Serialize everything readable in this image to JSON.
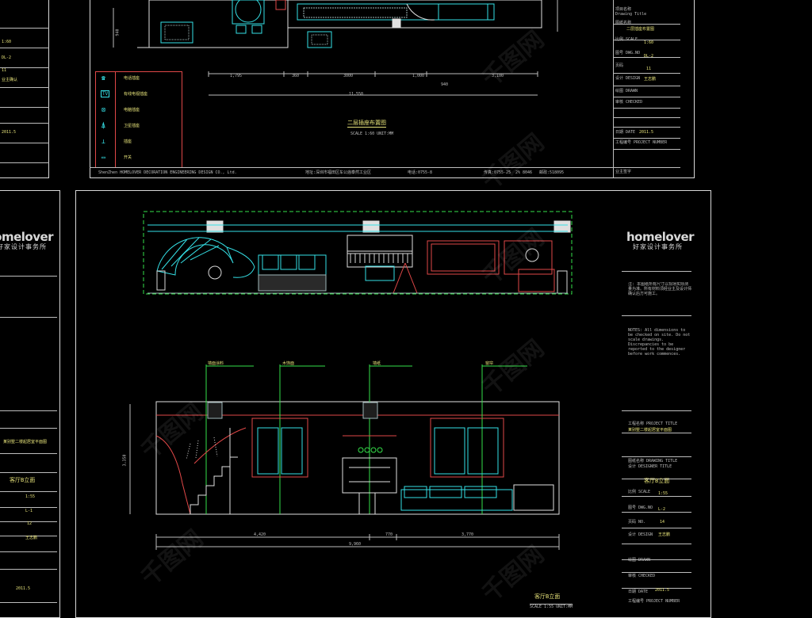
{
  "top_sheet": {
    "plan_title": "二层插座布置图",
    "plan_scale": "SCALE 1:60  UNIT:MM",
    "footer": [
      "ShenZhen HOMELOVER  DECORATION ENGINEERING DESIGN CO., Ltd.",
      "地址:深圳市福田区车公庙泰然工业区",
      "电话:0755-8",
      "传真:0755-25",
      "2% 8046",
      "邮政:518095"
    ],
    "dims": [
      "1,795",
      "360",
      "3000",
      "1,000",
      "3,100",
      "940",
      "11,550",
      "940"
    ],
    "legend": [
      {
        "icon": "phone-icon",
        "symbol": "☎",
        "label": "电话插座"
      },
      {
        "icon": "tv-icon",
        "symbol": "TV",
        "label": "有线电视插座"
      },
      {
        "icon": "network-icon",
        "symbol": "⊠",
        "label": "电脑插座"
      },
      {
        "icon": "antenna-icon",
        "symbol": "⍋",
        "label": "卫星插座"
      },
      {
        "icon": "socket-icon",
        "symbol": "⊥",
        "label": "插座"
      },
      {
        "icon": "switch-icon",
        "symbol": "▭",
        "label": "开关"
      }
    ],
    "left_col": [
      "1:60",
      "DL-2",
      "11",
      "业主确认",
      "2011.5"
    ],
    "title_block": [
      {
        "label": "项目名称",
        "value": ""
      },
      {
        "label": "Drawing Title",
        "value": ""
      },
      {
        "label": "图纸名称",
        "value": "二层插座布置图"
      },
      {
        "label": "比例 SCALE",
        "value": "1:60"
      },
      {
        "label": "图号 DWG.NO",
        "value": "DL-2"
      },
      {
        "label": "页码",
        "value": "11"
      },
      {
        "label": "设计 DESIGN",
        "value": "王志鹏"
      },
      {
        "label": "绘图 DRAWN",
        "value": ""
      },
      {
        "label": "审核 CHECKED",
        "value": ""
      },
      {
        "label": "日期 DATE",
        "value": "2011.5"
      },
      {
        "label": "工程编号 PROJECT NUMBER",
        "value": ""
      }
    ],
    "client": "业主签字"
  },
  "left_partial": {
    "logo": "homelover",
    "logo_sub": "好家设计事务所",
    "project": "某别墅二楼起居室平面图",
    "sheet_name": "客厅B立面",
    "values": [
      "1:55",
      "L-1",
      "12",
      "王志鹏",
      "2011.5"
    ]
  },
  "main_sheet": {
    "bottom_title": "客厅B立面",
    "bottom_scale": "SCALE 1:55  UNIT:MM",
    "callouts": [
      "墙面涂料",
      "木饰面",
      "墙纸",
      "窗帘"
    ],
    "dims": [
      "4,420",
      "770",
      "3,770",
      "9,960"
    ],
    "height_dim": "3,350"
  },
  "right_title_block": {
    "logo": "homelover",
    "logo_sub": "好家设计事务所",
    "notes_cn": "注: 本图纸所有尺寸以现场实际测量为准。所有材料须经业主及设计师确认后方可施工。",
    "notes_en": "NOTES: All dimensions to be checked on site. Do not scale drawings. Discrepancies to be reported to the designer before work commences.",
    "project_label": "工程名称 PROJECT TITLE",
    "project": "某别墅二楼起居室平面图",
    "drawing_label": "图纸名称 DRAWING TITLE",
    "drawing": "客厅B立面",
    "designer_label": "设计 DESIGNER TITLE",
    "rows": [
      {
        "label": "比例 SCALE",
        "value": "1:55"
      },
      {
        "label": "图号 DWG.NO",
        "value": "L-2"
      },
      {
        "label": "页码 NO.",
        "value": "14"
      },
      {
        "label": "设计 DESIGN",
        "value": "王志鹏"
      },
      {
        "label": "绘图 DRAWN",
        "value": ""
      },
      {
        "label": "审核 CHECKED",
        "value": ""
      },
      {
        "label": "日期 DATE",
        "value": "2011.5"
      },
      {
        "label": "工程编号 PROJECT NUMBER",
        "value": ""
      }
    ]
  },
  "watermark": "千图网"
}
